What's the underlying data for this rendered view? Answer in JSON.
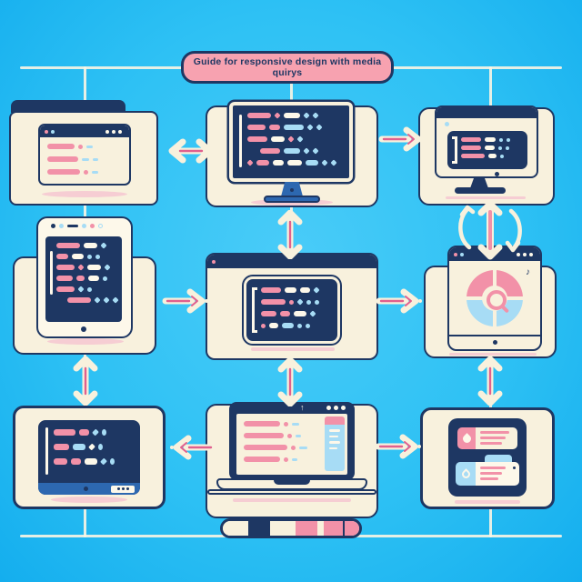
{
  "banner": {
    "label": "Guide for responsive design with media quirys"
  },
  "icons": {
    "up_arrow": "↑",
    "note": "♪"
  },
  "colors": {
    "bg": "#2ec1f4",
    "bg_hi": "#4accf8",
    "bg_lo": "#14aeee",
    "cream": "#f8f1dd",
    "white": "#fdf8ea",
    "navy": "#1e3763",
    "pink": "#f291a8",
    "banner_pink": "#f7a2b0",
    "blue": "#a7dcf5",
    "blue_deep": "#2d68b0",
    "shadow_pink": "#f6cdd3",
    "arrow_pink": "#e0608e"
  },
  "nodes": [
    {
      "id": "top-left-browser",
      "device": "browser window with tab",
      "content": "code editor"
    },
    {
      "id": "top-center-monitor",
      "device": "desktop monitor",
      "content": "code editor"
    },
    {
      "id": "top-right-monitor",
      "device": "desktop monitor",
      "content": "code panel"
    },
    {
      "id": "mid-left-tablet",
      "device": "tablet",
      "content": "code editor"
    },
    {
      "id": "mid-center-browser",
      "device": "browser window",
      "content": "code panel"
    },
    {
      "id": "mid-right-browser",
      "device": "browser window",
      "content": "donut chart with magnifier"
    },
    {
      "id": "bottom-left-screen",
      "device": "desktop screen",
      "content": "code editor with taskbar"
    },
    {
      "id": "bottom-center-laptop",
      "device": "laptop",
      "content": "list with sidebar"
    },
    {
      "id": "bottom-right-cards",
      "device": "panel",
      "content": "notification cards"
    }
  ],
  "connections": [
    {
      "between": [
        "top-left-browser",
        "top-center-monitor"
      ],
      "style": "double-headed",
      "orientation": "horizontal"
    },
    {
      "from": "top-center-monitor",
      "to": "top-right-monitor",
      "style": "single",
      "direction": "right"
    },
    {
      "between": [
        "top-center-monitor",
        "mid-center-browser"
      ],
      "style": "double-headed",
      "orientation": "vertical"
    },
    {
      "between": [
        "top-right-monitor",
        "mid-right-browser"
      ],
      "style": "double-headed with rotation curves",
      "orientation": "vertical"
    },
    {
      "from": "mid-left-tablet",
      "to": "mid-center-browser",
      "style": "single",
      "direction": "right"
    },
    {
      "from": "mid-center-browser",
      "to": "mid-right-browser",
      "style": "single",
      "direction": "right"
    },
    {
      "between": [
        "mid-left-tablet",
        "bottom-left-screen"
      ],
      "style": "double-headed",
      "orientation": "vertical"
    },
    {
      "between": [
        "mid-center-browser",
        "bottom-center-laptop"
      ],
      "style": "double-headed",
      "orientation": "vertical"
    },
    {
      "between": [
        "mid-right-browser",
        "bottom-right-cards"
      ],
      "style": "double-headed",
      "orientation": "vertical"
    },
    {
      "from": "bottom-center-laptop",
      "to": "bottom-left-screen",
      "style": "single",
      "direction": "left"
    },
    {
      "from": "bottom-center-laptop",
      "to": "bottom-right-cards",
      "style": "single",
      "direction": "right"
    }
  ],
  "screens": {
    "top_left": {
      "rows": [
        [
          {
            "t": "p",
            "c": "pink",
            "w": 30
          },
          {
            "t": "d",
            "c": "pink"
          },
          {
            "t": "b",
            "c": "blue",
            "w": 7
          }
        ],
        [
          {
            "t": "p",
            "c": "pink",
            "w": 34
          },
          {
            "t": "b",
            "c": "blue",
            "w": 8
          },
          {
            "t": "b",
            "c": "blue",
            "w": 6
          }
        ],
        [
          {
            "t": "p",
            "c": "pink",
            "w": 36
          },
          {
            "t": "d",
            "c": "pink"
          },
          {
            "t": "b",
            "c": "blue",
            "w": 7
          }
        ]
      ]
    },
    "top_mid": {
      "rows": [
        [
          {
            "t": "p",
            "c": "pink",
            "w": 26
          },
          {
            "t": "di",
            "c": "pink"
          },
          {
            "t": "p",
            "c": "white",
            "w": 18
          },
          {
            "t": "di",
            "c": "blue"
          },
          {
            "t": "di",
            "c": "blue"
          }
        ],
        [
          {
            "t": "p",
            "c": "pink",
            "w": 20
          },
          {
            "t": "p",
            "c": "pink",
            "w": 12
          },
          {
            "t": "p",
            "c": "blue",
            "w": 22
          },
          {
            "t": "di",
            "c": "blue"
          },
          {
            "t": "di",
            "c": "blue"
          }
        ],
        [
          {
            "t": "p",
            "c": "pink",
            "w": 22
          },
          {
            "t": "p",
            "c": "white",
            "w": 15
          },
          {
            "t": "di",
            "c": "pink"
          },
          {
            "t": "di",
            "c": "blue"
          }
        ],
        [
          {
            "t": "sp",
            "w": 10
          },
          {
            "t": "p",
            "c": "pink",
            "w": 22
          },
          {
            "t": "p",
            "c": "blue",
            "w": 18
          },
          {
            "t": "di",
            "c": "blue"
          },
          {
            "t": "di",
            "c": "blue"
          }
        ],
        [
          {
            "t": "di",
            "c": "pink"
          },
          {
            "t": "p",
            "c": "pink",
            "w": 14
          },
          {
            "t": "p",
            "c": "white",
            "w": 12
          },
          {
            "t": "p",
            "c": "white",
            "w": 16
          },
          {
            "t": "p",
            "c": "blue",
            "w": 14
          },
          {
            "t": "di",
            "c": "blue"
          },
          {
            "t": "di",
            "c": "blue"
          }
        ]
      ]
    },
    "top_right": {
      "rows": [
        [
          {
            "t": "p",
            "c": "pink",
            "w": 22
          },
          {
            "t": "p",
            "c": "white",
            "w": 12
          },
          {
            "t": "d",
            "c": "blue"
          },
          {
            "t": "d",
            "c": "blue"
          }
        ],
        [
          {
            "t": "p",
            "c": "pink",
            "w": 22
          },
          {
            "t": "p",
            "c": "white",
            "w": 11
          },
          {
            "t": "d",
            "c": "blue"
          },
          {
            "t": "d",
            "c": "blue"
          }
        ],
        [
          {
            "t": "p",
            "c": "pink",
            "w": 26
          },
          {
            "t": "p",
            "c": "white",
            "w": 9
          },
          {
            "t": "d",
            "c": "blue"
          }
        ]
      ]
    },
    "mid_left": {
      "rows": [
        [
          {
            "t": "p",
            "c": "pink",
            "w": 26
          },
          {
            "t": "p",
            "c": "white",
            "w": 15
          },
          {
            "t": "di",
            "c": "blue"
          }
        ],
        [
          {
            "t": "p",
            "c": "pink",
            "w": 13
          },
          {
            "t": "p",
            "c": "white",
            "w": 13
          },
          {
            "t": "d",
            "c": "blue"
          },
          {
            "t": "d",
            "c": "blue"
          }
        ],
        [
          {
            "t": "p",
            "c": "pink",
            "w": 20
          },
          {
            "t": "di",
            "c": "pink"
          },
          {
            "t": "p",
            "c": "white",
            "w": 15
          },
          {
            "t": "di",
            "c": "blue"
          }
        ],
        [
          {
            "t": "p",
            "c": "pink",
            "w": 18
          },
          {
            "t": "p",
            "c": "pink",
            "w": 9
          },
          {
            "t": "p",
            "c": "white",
            "w": 12
          },
          {
            "t": "d",
            "c": "blue"
          }
        ],
        [
          {
            "t": "p",
            "c": "pink",
            "w": 20
          },
          {
            "t": "di",
            "c": "blue"
          },
          {
            "t": "d",
            "c": "blue"
          }
        ],
        [
          {
            "t": "sp",
            "w": 8
          },
          {
            "t": "p",
            "c": "pink",
            "w": 26
          },
          {
            "t": "di",
            "c": "blue"
          },
          {
            "t": "di",
            "c": "blue"
          },
          {
            "t": "di",
            "c": "blue"
          }
        ]
      ]
    },
    "mid_left_bezel": {
      "rows": [
        [
          {
            "t": "d",
            "c": "navy"
          },
          {
            "t": "d",
            "c": "blue"
          },
          {
            "t": "b",
            "c": "navy",
            "w": 12
          },
          {
            "t": "d",
            "c": "blue"
          },
          {
            "t": "d",
            "c": "pink"
          },
          {
            "t": "dr",
            "c": "blue"
          }
        ]
      ]
    },
    "mid_center": {
      "rows": [
        [
          {
            "t": "p",
            "c": "pink",
            "w": 22
          },
          {
            "t": "p",
            "c": "white",
            "w": 13
          },
          {
            "t": "p",
            "c": "white",
            "w": 11
          },
          {
            "t": "di",
            "c": "blue"
          }
        ],
        [
          {
            "t": "p",
            "c": "pink",
            "w": 27
          },
          {
            "t": "d",
            "c": "pink"
          },
          {
            "t": "di",
            "c": "blue"
          },
          {
            "t": "d",
            "c": "blue"
          },
          {
            "t": "d",
            "c": "blue"
          }
        ],
        [
          {
            "t": "p",
            "c": "pink",
            "w": 17
          },
          {
            "t": "p",
            "c": "pink",
            "w": 11
          },
          {
            "t": "p",
            "c": "white",
            "w": 14
          },
          {
            "t": "di",
            "c": "blue"
          }
        ],
        [
          {
            "t": "d",
            "c": "pink"
          },
          {
            "t": "p",
            "c": "white",
            "w": 10
          },
          {
            "t": "p",
            "c": "blue",
            "w": 13
          },
          {
            "t": "d",
            "c": "blue"
          },
          {
            "t": "d",
            "c": "blue"
          }
        ]
      ]
    },
    "bottom_left": {
      "rows": [
        [
          {
            "t": "p",
            "c": "pink",
            "w": 24
          },
          {
            "t": "p",
            "c": "pink",
            "w": 11
          },
          {
            "t": "di",
            "c": "blue"
          },
          {
            "t": "d",
            "c": "blue"
          }
        ],
        [
          {
            "t": "p",
            "c": "pink",
            "w": 17
          },
          {
            "t": "p",
            "c": "blue",
            "w": 14
          },
          {
            "t": "di",
            "c": "white"
          },
          {
            "t": "d",
            "c": "blue"
          }
        ],
        [
          {
            "t": "p",
            "c": "pink",
            "w": 15
          },
          {
            "t": "p",
            "c": "pink",
            "w": 11
          },
          {
            "t": "p",
            "c": "white",
            "w": 14
          },
          {
            "t": "di",
            "c": "blue"
          },
          {
            "t": "d",
            "c": "blue"
          }
        ]
      ]
    },
    "bottom_mid_list": {
      "rows": [
        [
          {
            "t": "p",
            "c": "pink",
            "w": 40
          },
          {
            "t": "d",
            "c": "pink"
          },
          {
            "t": "b",
            "c": "blue",
            "w": 8
          }
        ],
        [
          {
            "t": "p",
            "c": "pink",
            "w": 44
          },
          {
            "t": "d",
            "c": "pink"
          },
          {
            "t": "b",
            "c": "blue",
            "w": 6
          }
        ],
        [
          {
            "t": "p",
            "c": "pink",
            "w": 48
          },
          {
            "t": "d",
            "c": "pink"
          },
          {
            "t": "b",
            "c": "blue",
            "w": 9
          }
        ],
        [
          {
            "t": "p",
            "c": "pink",
            "w": 40
          },
          {
            "t": "d",
            "c": "pink"
          },
          {
            "t": "b",
            "c": "blue",
            "w": 6
          }
        ]
      ]
    },
    "sidebar_bars": {
      "rows": [
        [
          {
            "t": "b",
            "c": "white",
            "w": 12
          }
        ],
        [
          {
            "t": "b",
            "c": "white",
            "w": 10
          }
        ],
        [
          {
            "t": "b",
            "c": "white",
            "w": 12
          }
        ],
        [
          {
            "t": "b",
            "c": "white",
            "w": 9
          }
        ]
      ]
    },
    "notif1_lines": {
      "rows": [
        [
          {
            "t": "b",
            "c": "pink",
            "w": 32
          }
        ],
        [
          {
            "t": "b",
            "c": "pink",
            "w": 28
          }
        ],
        [
          {
            "t": "b",
            "c": "pink",
            "w": 24
          }
        ]
      ]
    },
    "notif2_lines": {
      "rows": [
        [
          {
            "t": "b",
            "c": "pink",
            "w": 28
          }
        ],
        [
          {
            "t": "b",
            "c": "pink",
            "w": 24
          }
        ],
        [
          {
            "t": "b",
            "c": "pink",
            "w": 20
          }
        ]
      ]
    }
  },
  "palette_bar": {
    "segments": [
      {
        "c": "cream",
        "w": 28
      },
      {
        "c": "navy",
        "w": 24
      },
      {
        "c": "cream",
        "w": 28
      },
      {
        "c": "pink",
        "w": 24
      },
      {
        "c": "cream",
        "w": 7
      },
      {
        "c": "pink",
        "w": 21
      },
      {
        "c": "pink",
        "w": 18,
        "div": true
      }
    ]
  }
}
